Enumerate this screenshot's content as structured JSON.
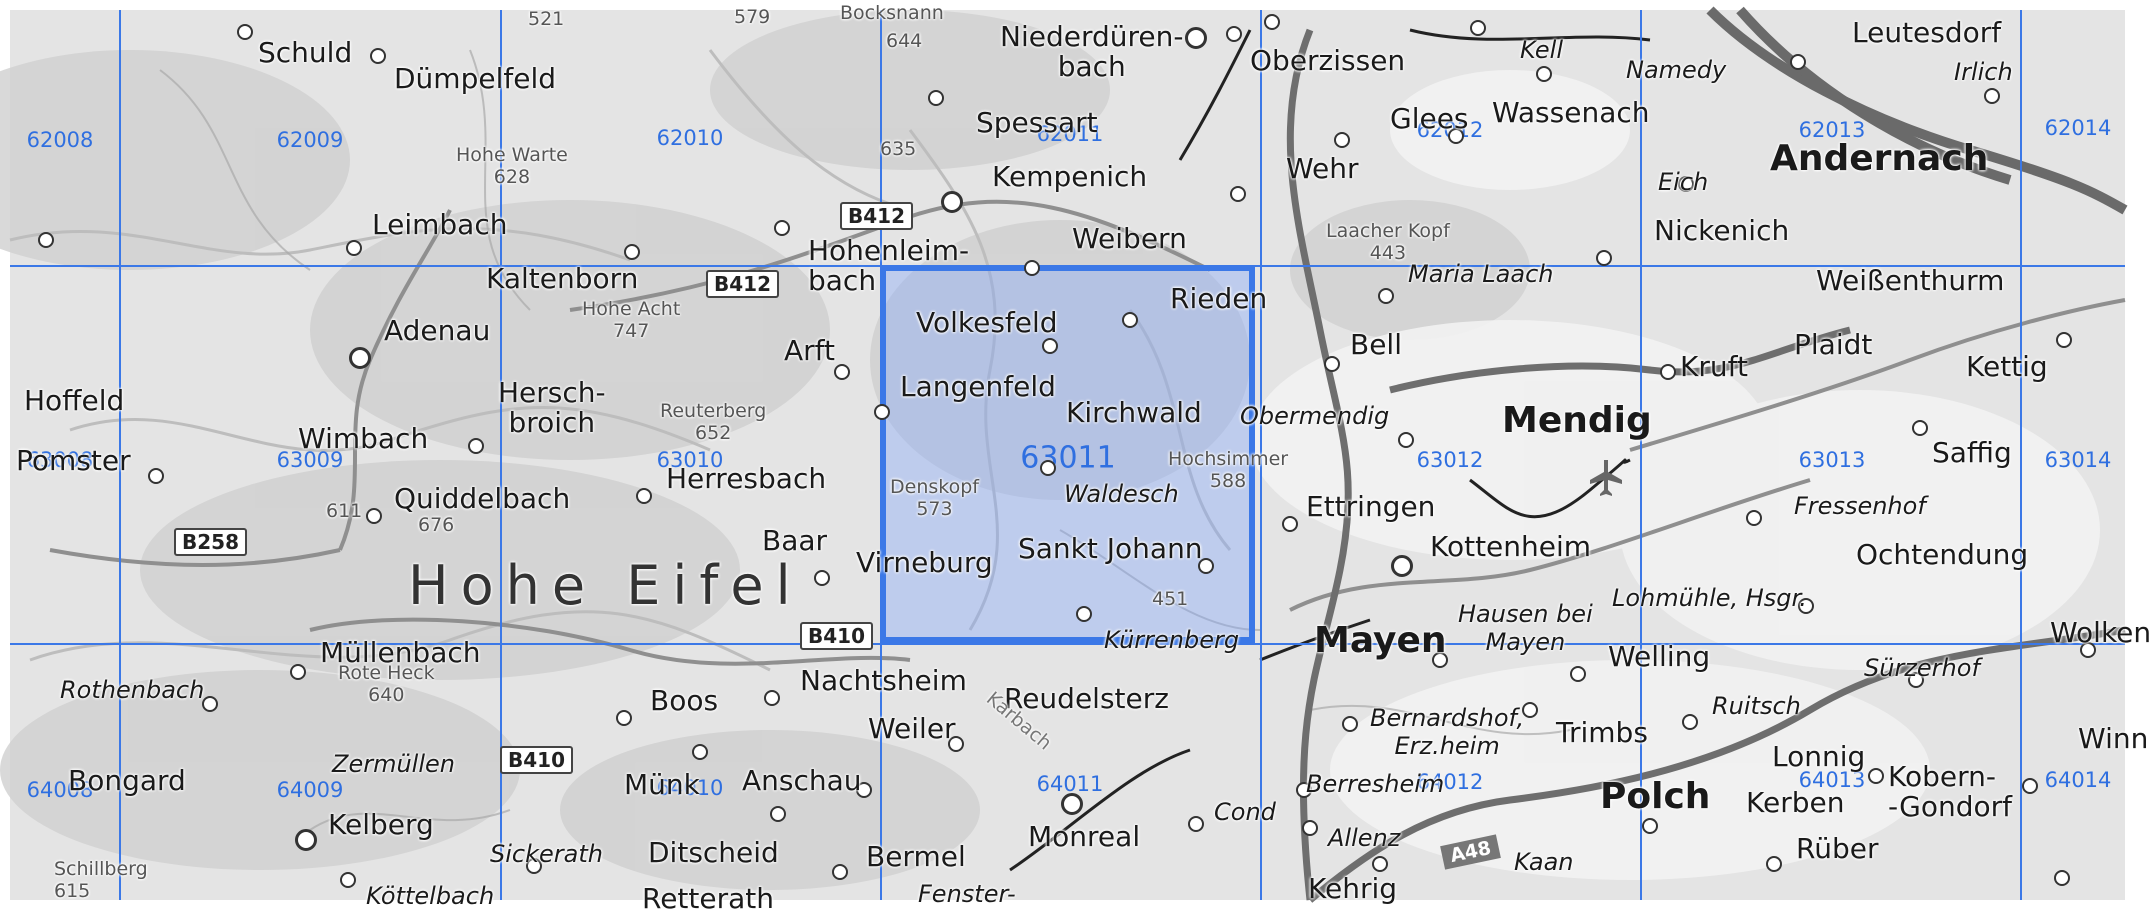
{
  "grid": {
    "cols": 6,
    "rows": 3,
    "selected": "63011",
    "labels": [
      [
        "62008",
        "62009",
        "62010",
        "62011",
        "62012",
        "62013",
        "62014"
      ],
      [
        "63008",
        "63009",
        "63010",
        "63011",
        "63012",
        "63013",
        "63014"
      ],
      [
        "64008",
        "64009",
        "64010",
        "64011",
        "64012",
        "64013",
        "64014"
      ]
    ]
  },
  "places": [
    {
      "key": "schuld",
      "text": "Schuld",
      "size": "m"
    },
    {
      "key": "duempelfeld",
      "text": "Dümpelfeld",
      "size": "m"
    },
    {
      "key": "bocksnann",
      "text": "Bocksnann",
      "size": "peak"
    },
    {
      "key": "niederduerenbach",
      "text": "Niederdüren-\nbach",
      "size": "m"
    },
    {
      "key": "oberzissen",
      "text": "Oberzissen",
      "size": "m"
    },
    {
      "key": "kell",
      "text": "Kell",
      "size": "i"
    },
    {
      "key": "namedy",
      "text": "Namedy",
      "size": "i"
    },
    {
      "key": "leutesdorf",
      "text": "Leutesdorf",
      "size": "m"
    },
    {
      "key": "irlich",
      "text": "Irlich",
      "size": "i"
    },
    {
      "key": "spessart",
      "text": "Spessart",
      "size": "m"
    },
    {
      "key": "glees",
      "text": "Glees",
      "size": "m"
    },
    {
      "key": "wassenach",
      "text": "Wassenach",
      "size": "m"
    },
    {
      "key": "kempenich",
      "text": "Kempenich",
      "size": "m"
    },
    {
      "key": "wehr",
      "text": "Wehr",
      "size": "m"
    },
    {
      "key": "eich",
      "text": "Eich",
      "size": "i"
    },
    {
      "key": "andernach",
      "text": "Andernach",
      "size": "l"
    },
    {
      "key": "leimbach",
      "text": "Leimbach",
      "size": "m"
    },
    {
      "key": "hohenleimbach",
      "text": "Hohenleim-\nbach",
      "size": "m"
    },
    {
      "key": "weibern",
      "text": "Weibern",
      "size": "m"
    },
    {
      "key": "nickenich",
      "text": "Nickenich",
      "size": "m"
    },
    {
      "key": "kaltenborn",
      "text": "Kaltenborn",
      "size": "m"
    },
    {
      "key": "maria-laach",
      "text": "Maria Laach",
      "size": "i"
    },
    {
      "key": "weissenthurm",
      "text": "Weißenthurm",
      "size": "m"
    },
    {
      "key": "adenau",
      "text": "Adenau",
      "size": "m"
    },
    {
      "key": "volkesfeld",
      "text": "Volkesfeld",
      "size": "m"
    },
    {
      "key": "rieden",
      "text": "Rieden",
      "size": "m"
    },
    {
      "key": "arft",
      "text": "Arft",
      "size": "m"
    },
    {
      "key": "bell",
      "text": "Bell",
      "size": "m"
    },
    {
      "key": "kruft",
      "text": "Kruft",
      "size": "m"
    },
    {
      "key": "plaidt",
      "text": "Plaidt",
      "size": "m"
    },
    {
      "key": "kettig",
      "text": "Kettig",
      "size": "m"
    },
    {
      "key": "hoffeld",
      "text": "Hoffeld",
      "size": "m"
    },
    {
      "key": "herschbroich",
      "text": "Hersch-\nbroich",
      "size": "m"
    },
    {
      "key": "langenfeld",
      "text": "Langenfeld",
      "size": "m"
    },
    {
      "key": "kirchwald",
      "text": "Kirchwald",
      "size": "m"
    },
    {
      "key": "obermendig",
      "text": "Obermendig",
      "size": "i"
    },
    {
      "key": "mendig",
      "text": "Mendig",
      "size": "l"
    },
    {
      "key": "saffig",
      "text": "Saffig",
      "size": "m"
    },
    {
      "key": "wimbach",
      "text": "Wimbach",
      "size": "m"
    },
    {
      "key": "pomster",
      "text": "Pomster",
      "size": "m"
    },
    {
      "key": "herresbach",
      "text": "Herresbach",
      "size": "m"
    },
    {
      "key": "waldesch",
      "text": "Waldesch",
      "size": "i"
    },
    {
      "key": "quiddelbach",
      "text": "Quiddelbach",
      "size": "m"
    },
    {
      "key": "ettringen",
      "text": "Ettringen",
      "size": "m"
    },
    {
      "key": "fressenhof",
      "text": "Fressenhof",
      "size": "i"
    },
    {
      "key": "baar",
      "text": "Baar",
      "size": "m"
    },
    {
      "key": "kottenheim",
      "text": "Kottenheim",
      "size": "m"
    },
    {
      "key": "sankt-johann",
      "text": "Sankt Johann",
      "size": "m"
    },
    {
      "key": "ochtendung",
      "text": "Ochtendung",
      "size": "m"
    },
    {
      "key": "virneburg",
      "text": "Virneburg",
      "size": "m"
    },
    {
      "key": "lohmuehle",
      "text": "Lohmühle, Hsgr.",
      "size": "i"
    },
    {
      "key": "hohe-eifel",
      "text": "Hohe Eifel",
      "size": "region"
    },
    {
      "key": "hausen",
      "text": "Hausen bei\nMayen",
      "size": "i"
    },
    {
      "key": "kuerrenberg",
      "text": "Kürrenberg",
      "size": "i"
    },
    {
      "key": "mayen",
      "text": "Mayen",
      "size": "l"
    },
    {
      "key": "welling",
      "text": "Welling",
      "size": "m"
    },
    {
      "key": "wolken",
      "text": "Wolken",
      "size": "m"
    },
    {
      "key": "muellenbach",
      "text": "Müllenbach",
      "size": "m"
    },
    {
      "key": "nachtsheim",
      "text": "Nachtsheim",
      "size": "m"
    },
    {
      "key": "suerzerhof",
      "text": "Sürzerhof",
      "size": "i"
    },
    {
      "key": "rothenbach",
      "text": "Rothenbach",
      "size": "i"
    },
    {
      "key": "boos",
      "text": "Boos",
      "size": "m"
    },
    {
      "key": "reudelsterz",
      "text": "Reudelsterz",
      "size": "m"
    },
    {
      "key": "bernardshof",
      "text": "Bernardshof,\nErz.heim",
      "size": "i"
    },
    {
      "key": "trimbs",
      "text": "Trimbs",
      "size": "m"
    },
    {
      "key": "ruitsch",
      "text": "Ruitsch",
      "size": "i"
    },
    {
      "key": "winn",
      "text": "Winn",
      "size": "m"
    },
    {
      "key": "weiler",
      "text": "Weiler",
      "size": "m"
    },
    {
      "key": "zermuellen",
      "text": "Zermüllen",
      "size": "i"
    },
    {
      "key": "lonnig",
      "text": "Lonnig",
      "size": "m"
    },
    {
      "key": "bongard",
      "text": "Bongard",
      "size": "m"
    },
    {
      "key": "muenk",
      "text": "Münk",
      "size": "m"
    },
    {
      "key": "anschau",
      "text": "Anschau",
      "size": "m"
    },
    {
      "key": "berresheim",
      "text": "Berresheim",
      "size": "i"
    },
    {
      "key": "polch",
      "text": "Polch",
      "size": "l"
    },
    {
      "key": "kerben",
      "text": "Kerben",
      "size": "m"
    },
    {
      "key": "kobern-gondorf",
      "text": "Kobern-\n-Gondorf",
      "size": "m"
    },
    {
      "key": "cond",
      "text": "Cond",
      "size": "i"
    },
    {
      "key": "kelberg",
      "text": "Kelberg",
      "size": "m"
    },
    {
      "key": "monreal",
      "text": "Monreal",
      "size": "m"
    },
    {
      "key": "allenz",
      "text": "Allenz",
      "size": "i"
    },
    {
      "key": "rueber",
      "text": "Rüber",
      "size": "m"
    },
    {
      "key": "sickerath",
      "text": "Sickerath",
      "size": "i"
    },
    {
      "key": "ditscheid",
      "text": "Ditscheid",
      "size": "m"
    },
    {
      "key": "bermel",
      "text": "Bermel",
      "size": "m"
    },
    {
      "key": "kaan",
      "text": "Kaan",
      "size": "i"
    },
    {
      "key": "schillberg",
      "text": "Schillberg\n615",
      "size": "peak"
    },
    {
      "key": "koettelbach",
      "text": "Köttelbach",
      "size": "i"
    },
    {
      "key": "retterath",
      "text": "Retterath",
      "size": "m"
    },
    {
      "key": "fenster",
      "text": "Fenster-",
      "size": "i"
    },
    {
      "key": "kehrig",
      "text": "Kehrig",
      "size": "m"
    }
  ],
  "peaks": [
    {
      "key": "p521",
      "text": "521"
    },
    {
      "key": "p579",
      "text": "579"
    },
    {
      "key": "p644",
      "text": "644"
    },
    {
      "key": "p635",
      "text": "635"
    },
    {
      "key": "hohe-warte",
      "text": "Hohe Warte\n628"
    },
    {
      "key": "laacher-kopf",
      "text": "Laacher Kopf\n443"
    },
    {
      "key": "hohe-acht",
      "text": "Hohe Acht\n747"
    },
    {
      "key": "reuterberg",
      "text": "Reuterberg\n652"
    },
    {
      "key": "hochsimmer",
      "text": "Hochsimmer\n588"
    },
    {
      "key": "denskopf",
      "text": "Denskopf\n573"
    },
    {
      "key": "p611",
      "text": "611"
    },
    {
      "key": "p676",
      "text": "676"
    },
    {
      "key": "p451",
      "text": "451"
    },
    {
      "key": "rote-heck",
      "text": "Rote Heck\n640"
    },
    {
      "key": "karbach",
      "text": "Karbach"
    }
  ],
  "roads": [
    {
      "key": "b412a",
      "text": "B412"
    },
    {
      "key": "b412b",
      "text": "B412"
    },
    {
      "key": "b258",
      "text": "B258"
    },
    {
      "key": "b410a",
      "text": "B410"
    },
    {
      "key": "b410b",
      "text": "B410"
    },
    {
      "key": "a48",
      "text": "A48"
    }
  ]
}
